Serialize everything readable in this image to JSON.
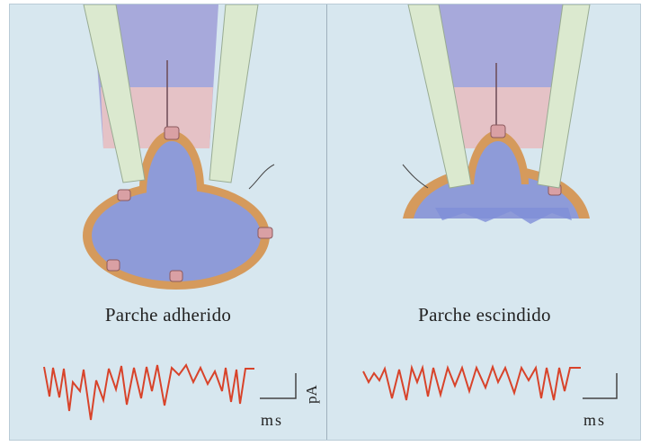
{
  "panels": [
    {
      "caption": "Parche adherido",
      "time_unit": "ms",
      "current_unit": "pA"
    },
    {
      "caption": "Parche escindido",
      "time_unit": "ms"
    }
  ],
  "colors": {
    "background": "#d7e7ef",
    "pipette_glass": "#d8e8cc",
    "pipette_fill": "#9ea4d6",
    "membrane": "#d59a5c",
    "cytoplasm": "#8e9bd8",
    "trace": "#d8432a"
  }
}
